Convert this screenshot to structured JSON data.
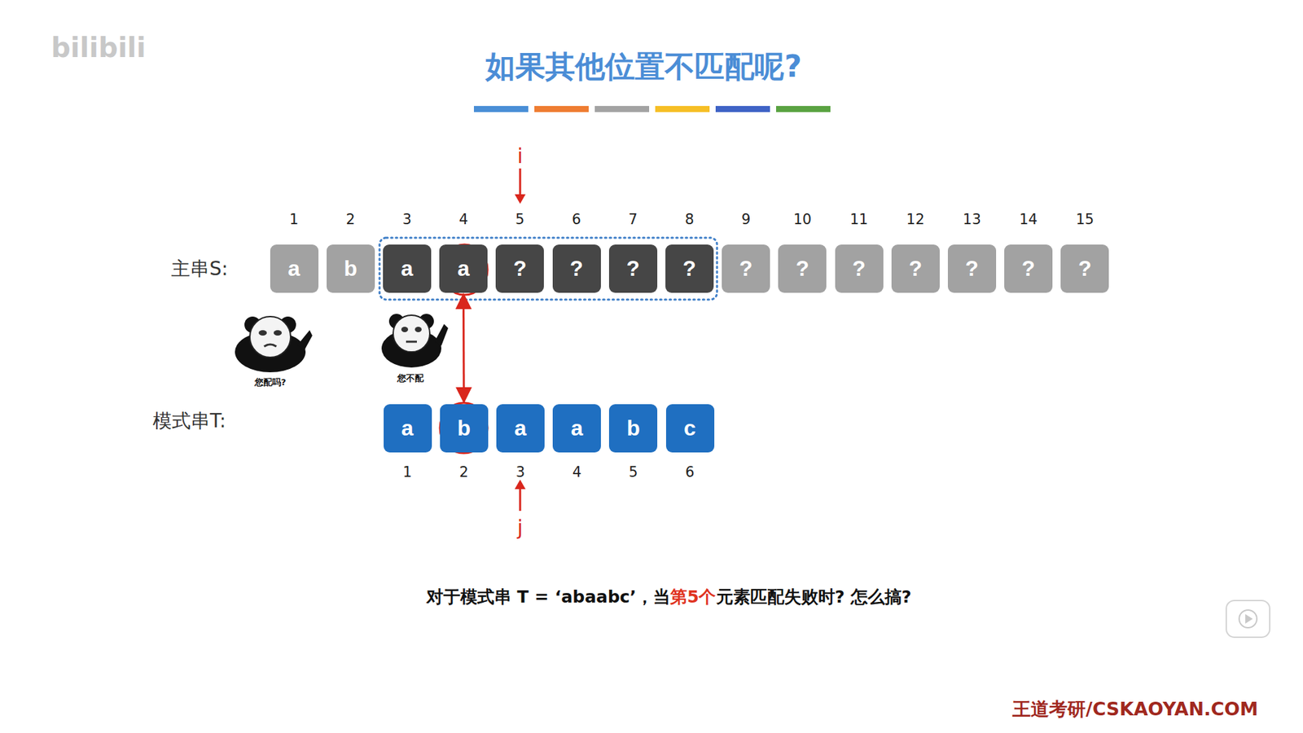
{
  "diagram": {
    "title": "如果其他位置不匹配呢?",
    "nodes": [
      {
        "text": [
          "a"
        ]
      },
      {
        "text": [
          "b"
        ]
      },
      {
        "text": [
          "a"
        ]
      },
      {
        "text": [
          "a"
        ]
      },
      {
        "text": [
          "?"
        ]
      },
      {
        "text": [
          "?"
        ]
      },
      {
        "text": [
          "?"
        ]
      },
      {
        "text": [
          "?"
        ]
      },
      {
        "text": [
          "?"
        ]
      },
      {
        "text": [
          "?"
        ]
      },
      {
        "text": [
          "?"
        ]
      },
      {
        "text": [
          "?"
        ]
      },
      {
        "text": [
          "?"
        ]
      },
      {
        "text": [
          "?"
        ]
      },
      {
        "text": [
          "?"
        ]
      },
      {
        "text": [
          "a"
        ]
      },
      {
        "text": [
          "b"
        ]
      },
      {
        "text": [
          "a"
        ]
      },
      {
        "text": [
          "a"
        ]
      },
      {
        "text": [
          "b"
        ]
      },
      {
        "text": [
          "c"
        ]
      }
    ],
    "edges": [
      {
        "from": 3,
        "to": 16,
        "arrow": "both"
      }
    ],
    "labels": [
      "1",
      "2",
      "3",
      "4",
      "5",
      "6",
      "7",
      "8",
      "9",
      "10",
      "11",
      "12",
      "13",
      "14",
      "15",
      "i",
      "主串S:",
      "您配吗?",
      "您不配",
      "模式串T:",
      "1",
      "2",
      "3",
      "4",
      "5",
      "6",
      "j",
      "对于模式串 T = ‘abaabc’，当",
      "第5个",
      "元素匹配失败时? 怎么搞?",
      "王道考研/CSKAOYAN.COM",
      "bilibili"
    ]
  }
}
